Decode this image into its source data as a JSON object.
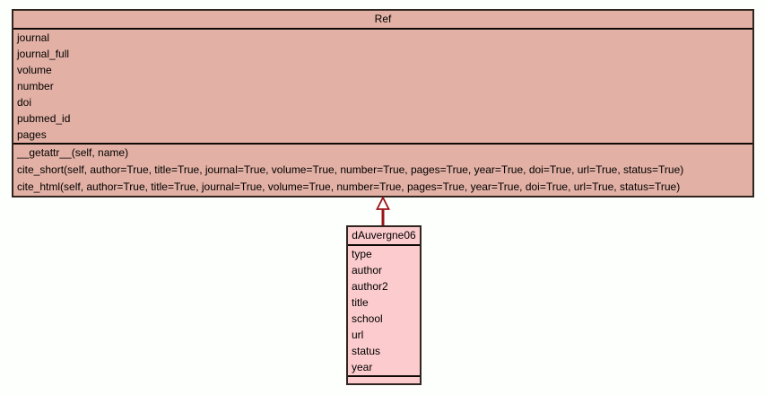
{
  "diagram": {
    "kind": "uml-class-diagram",
    "background_color": "#fcfffc",
    "border_color": "#30251f"
  },
  "ref_class": {
    "title": "Ref",
    "fill_color": "#e2b0a4",
    "attributes": [
      "journal",
      "journal_full",
      "volume",
      "number",
      "doi",
      "pubmed_id",
      "pages"
    ],
    "methods": [
      "__getattr__(self, name)",
      "cite_short(self, author=True, title=True, journal=True, volume=True, number=True, pages=True, year=True, doi=True, url=True, status=True)",
      "cite_html(self, author=True, title=True, journal=True, volume=True, number=True, pages=True, year=True, doi=True, url=True, status=True)"
    ]
  },
  "child_class": {
    "title": "dAuvergne06",
    "fill_color": "#fccbcd",
    "attributes": [
      "type",
      "author",
      "author2",
      "title",
      "school",
      "url",
      "status",
      "year"
    ],
    "methods": []
  },
  "relationship": {
    "type": "inheritance",
    "from": "dAuvergne06",
    "to": "Ref",
    "arrow_color": "#9c1317",
    "arrow_head": "hollow-triangle-up"
  }
}
